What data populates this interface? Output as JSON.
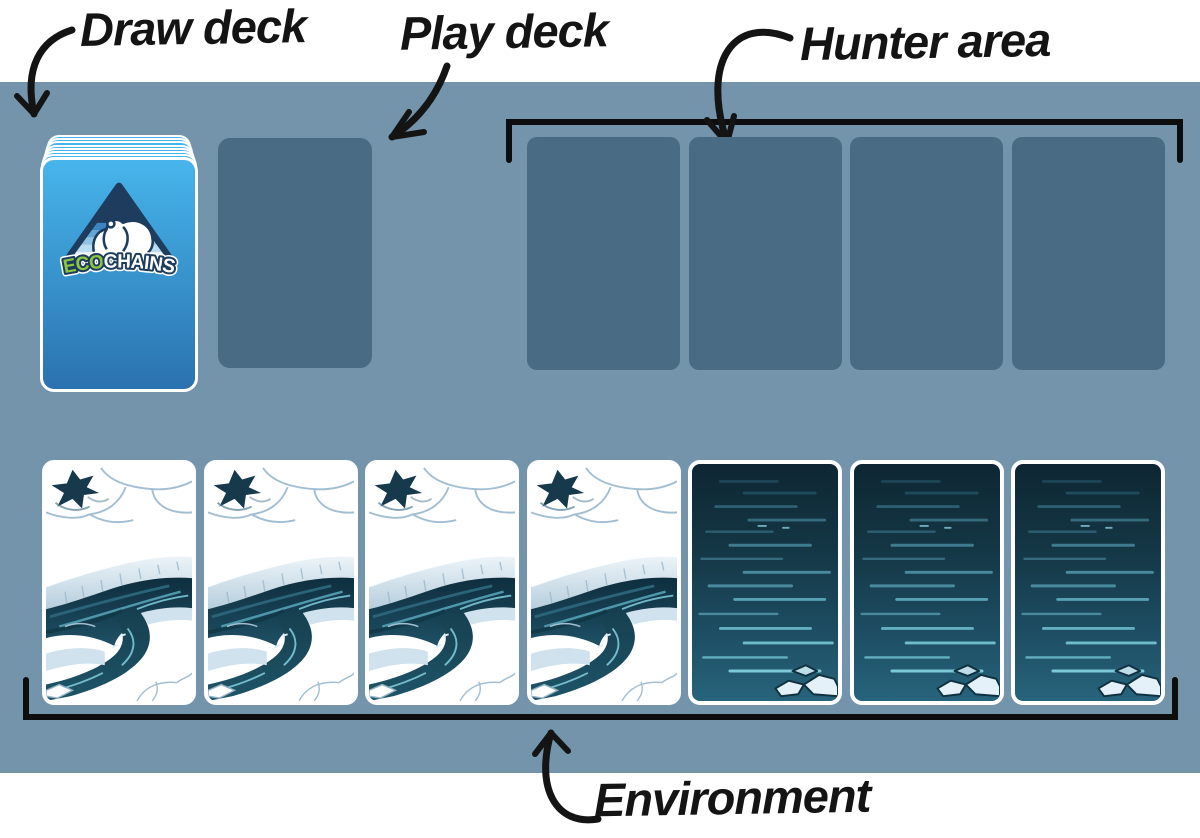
{
  "colors": {
    "page_bg": "#ffffff",
    "board_bg": "#7394ab",
    "slot": "#4a6b84",
    "ink": "#141414",
    "card_back_top": "#47b5eb",
    "card_back_bottom": "#2a72af",
    "logo_green": "#8dc63f",
    "logo_navy": "#1d3c5e"
  },
  "annotations": {
    "draw_deck_label": "Draw deck",
    "play_deck_label": "Play deck",
    "hunter_area_label": "Hunter area",
    "environment_label": "Environment"
  },
  "draw_deck": {
    "logo_text_eco": "ECO",
    "logo_text_chains": "CHAINS",
    "stacked_card_layers": 7
  },
  "hunter_area": {
    "slot_count": 4
  },
  "environment": {
    "cards": [
      "ice",
      "ice",
      "ice",
      "ice",
      "water",
      "water",
      "water"
    ]
  }
}
